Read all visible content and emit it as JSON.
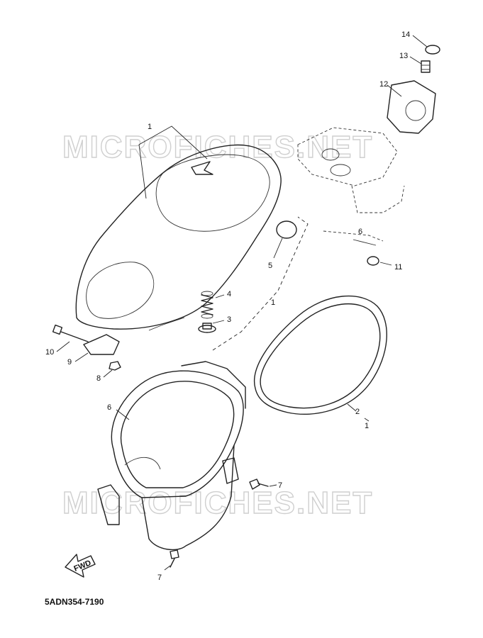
{
  "diagram": {
    "watermarks": [
      "MICROFICHES.NET",
      "MICROFICHES.NET"
    ],
    "drawing_code": "5ADN354-7190",
    "fwd_label": "FWD",
    "callouts": [
      "14",
      "13",
      "12",
      "1",
      "5",
      "6",
      "11",
      "4",
      "3",
      "1",
      "10",
      "9",
      "8",
      "6",
      "2",
      "1",
      "7",
      "7"
    ]
  }
}
